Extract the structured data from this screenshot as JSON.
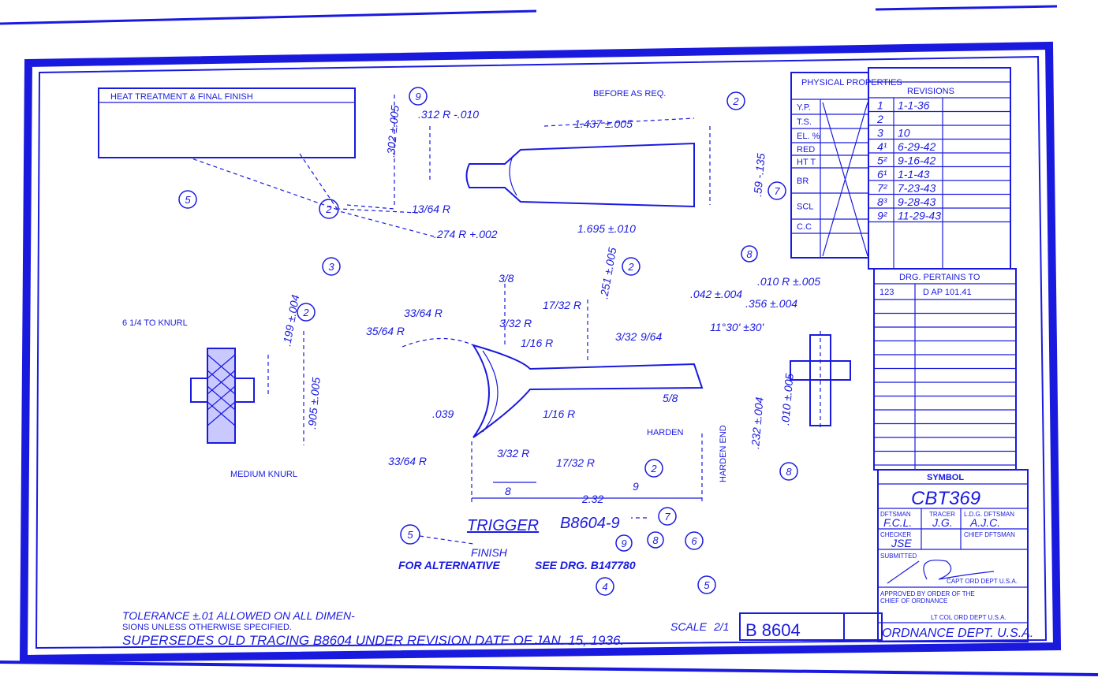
{
  "drawing": {
    "ink_color": "#1a1adf",
    "heat_treatment_header": "HEAT TREATMENT & FINAL FINISH",
    "part_name": "TRIGGER",
    "part_number": "B8604-9",
    "finish_note_1": "FINISH",
    "finish_note_2": "FOR ALTERNATIVE",
    "see_drawing": "SEE DRG. B147780",
    "tolerance_note_1": "TOLERANCE ±.01 ALLOWED ON ALL DIMEN-",
    "tolerance_note_2": "SIONS UNLESS OTHERWISE SPECIFIED.",
    "supersedes_note": "SUPERSEDES OLD TRACING B8604 UNDER REVISION DATE OF JAN. 15, 1936.",
    "scale_label": "SCALE",
    "scale_value": "2/1",
    "drawing_number": "B 8604"
  },
  "dims": [
    ".312 R -.010",
    "BEFORE AS REQ.",
    "1.437 ±.005",
    "13/64 R",
    ".274 R +.002",
    "1.695 ±.010",
    "3/8",
    ".251 ±.005",
    "17/32 R",
    "3/32 R",
    "1/16 R",
    "33/64 R",
    "35/64 R",
    ".199 ±.004",
    ".905 ±.005",
    "6 1/4 TO KNURL",
    "MEDIUM KNURL",
    ".039",
    "33/64 R",
    "3/32 R",
    "17/32 R",
    "1/16 R",
    "3/32",
    "9/64",
    "5/8",
    "HARDEN",
    "HARDEN END",
    "8",
    "9",
    "2.32",
    ".232 ±.004",
    ".010 ±.005",
    ".042 ±.004",
    ".010 R ±.005",
    ".356 ±.004",
    "11°30' ±30'",
    ".59 -.135",
    ".302 ±.005"
  ],
  "callouts": [
    "9",
    "2",
    "5",
    "2",
    "3",
    "2",
    "2",
    "8",
    "7",
    "8",
    "2",
    "5",
    "7",
    "8",
    "9",
    "6",
    "4",
    "5"
  ],
  "physical_properties": {
    "header": "PHYSICAL PROPERTIES",
    "rows": [
      "Y.P.",
      "T.S.",
      "EL. %",
      "RED",
      "HT T",
      "BR",
      "SCL",
      "C.C"
    ]
  },
  "revisions": {
    "header": "REVISIONS",
    "rows": [
      {
        "no": "1",
        "date": "1-1-36"
      },
      {
        "no": "2",
        "date": ""
      },
      {
        "no": "3",
        "date": "10"
      },
      {
        "no": "4¹",
        "date": "6-29-42"
      },
      {
        "no": "5²",
        "date": "9-16-42"
      },
      {
        "no": "6¹",
        "date": "1-1-43"
      },
      {
        "no": "7²",
        "date": "7-23-43"
      },
      {
        "no": "8³",
        "date": "9-28-43"
      },
      {
        "no": "9²",
        "date": "11-29-43"
      }
    ]
  },
  "pertains": {
    "header": "DRG. PERTAINS TO",
    "value_1": "123",
    "value_2": "D AP 101.41"
  },
  "title_block": {
    "symbol_label": "SYMBOL",
    "symbol": "CBT369",
    "draftsman_label": "DFTSMAN",
    "draftsman": "F.C.L.",
    "tracer_label": "TRACER",
    "tracer": "J.G.",
    "ldg_draftsman_label": "L.D.G. DFTSMAN",
    "ldg_draftsman": "A.J.C.",
    "checker_label": "CHECKER",
    "checker": "JSE",
    "chief_draftsman_label": "CHIEF DFTSMAN",
    "submitted_label": "SUBMITTED",
    "submitted_dept": "CAPT ORD DEPT U.S.A.",
    "approved_label_1": "APPROVED BY ORDER OF THE",
    "approved_label_2": "CHIEF OF ORDNANCE",
    "approved_by": "LT COL ORD DEPT U.S.A.",
    "department": "ORDNANCE DEPT. U.S.A."
  }
}
